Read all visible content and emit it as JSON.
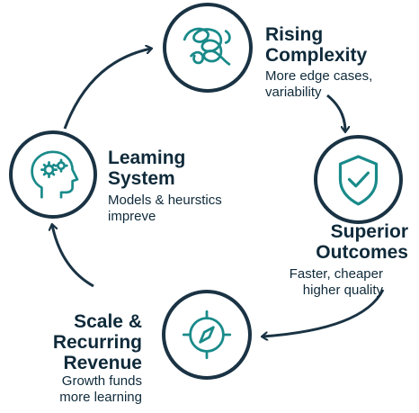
{
  "colors": {
    "accent": "#1a8a8a",
    "ink": "#1a3344"
  },
  "steps": [
    {
      "title_line1": "Rising",
      "title_line2": "Complexity",
      "desc_line1": "More edge cases,",
      "desc_line2": "variability",
      "icon": "tangle-icon"
    },
    {
      "title_line1": "Superior",
      "title_line2": "Outcomes",
      "desc_line1": "Faster, cheaper",
      "desc_line2": "higher quality",
      "icon": "shield-check-icon"
    },
    {
      "title_line1": "Scale &",
      "title_line2": "Recurring",
      "title_line3": "Revenue",
      "desc_line1": "Growth funds",
      "desc_line2": "more learning",
      "icon": "compass-icon"
    },
    {
      "title_line1": "Leaming",
      "title_line2": "System",
      "desc_line1": "Models & heurstics",
      "desc_line2": "impreve",
      "icon": "head-gears-icon"
    }
  ]
}
